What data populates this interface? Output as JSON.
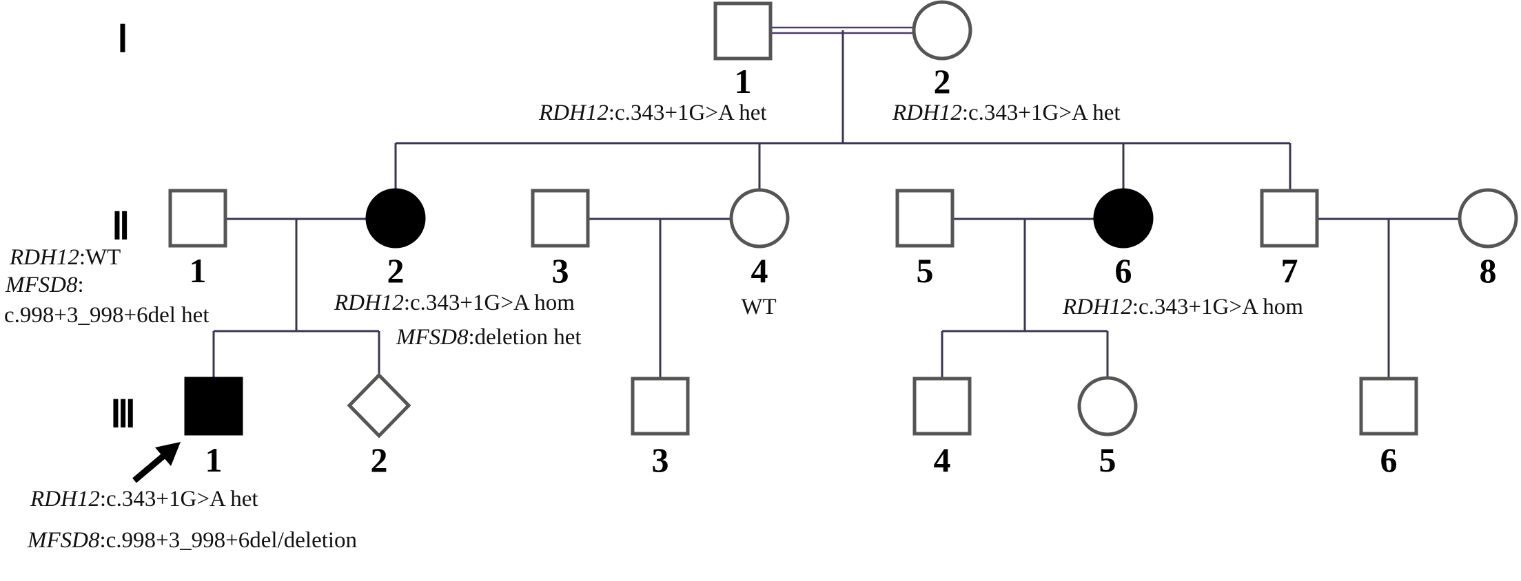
{
  "generations": [
    "Ⅰ",
    "Ⅱ",
    "Ⅲ"
  ],
  "individuals": {
    "I_1": {
      "label": "1",
      "sex": "male",
      "affected": false
    },
    "I_2": {
      "label": "2",
      "sex": "female",
      "affected": false
    },
    "II_1": {
      "label": "1",
      "sex": "male",
      "affected": false
    },
    "II_2": {
      "label": "2",
      "sex": "female",
      "affected": true
    },
    "II_3": {
      "label": "3",
      "sex": "male",
      "affected": false
    },
    "II_4": {
      "label": "4",
      "sex": "female",
      "affected": false
    },
    "II_5": {
      "label": "5",
      "sex": "male",
      "affected": false
    },
    "II_6": {
      "label": "6",
      "sex": "female",
      "affected": true
    },
    "II_7": {
      "label": "7",
      "sex": "male",
      "affected": false
    },
    "II_8": {
      "label": "8",
      "sex": "female",
      "affected": false
    },
    "III_1": {
      "label": "1",
      "sex": "male",
      "affected": true,
      "proband": true
    },
    "III_2": {
      "label": "2",
      "sex": "unknown",
      "affected": false
    },
    "III_3": {
      "label": "3",
      "sex": "male",
      "affected": false
    },
    "III_4": {
      "label": "4",
      "sex": "male",
      "affected": false
    },
    "III_5": {
      "label": "5",
      "sex": "female",
      "affected": false
    },
    "III_6": {
      "label": "6",
      "sex": "male",
      "affected": false
    }
  },
  "annotations": {
    "I_1": {
      "gene": "RDH12",
      "variant": ":c.343+1G>A  het"
    },
    "I_2": {
      "gene": "RDH12",
      "variant": ":c.343+1G>A  het"
    },
    "II_1_l1": {
      "gene": "RDH12",
      "variant": ":WT"
    },
    "II_1_l2": {
      "gene": "MFSD8",
      "variant": ":"
    },
    "II_1_l3": {
      "text": "c.998+3_998+6del het"
    },
    "II_2_l1": {
      "gene": "RDH12",
      "variant": ":c.343+1G>A  hom"
    },
    "II_2_l2": {
      "gene": "MFSD8",
      "variant": ":deletion het"
    },
    "II_4": {
      "text": "WT"
    },
    "II_6": {
      "gene": "RDH12",
      "variant": ":c.343+1G>A  hom"
    },
    "III_1_l1": {
      "gene": "RDH12",
      "variant": ":c.343+1G>A  het"
    },
    "III_1_l2": {
      "gene": "MFSD8",
      "variant": ":c.998+3_998+6del/deletion"
    }
  },
  "colors": {
    "line": "#3a3552",
    "symbol_stroke": "#555555",
    "affected_fill": "#000000"
  }
}
